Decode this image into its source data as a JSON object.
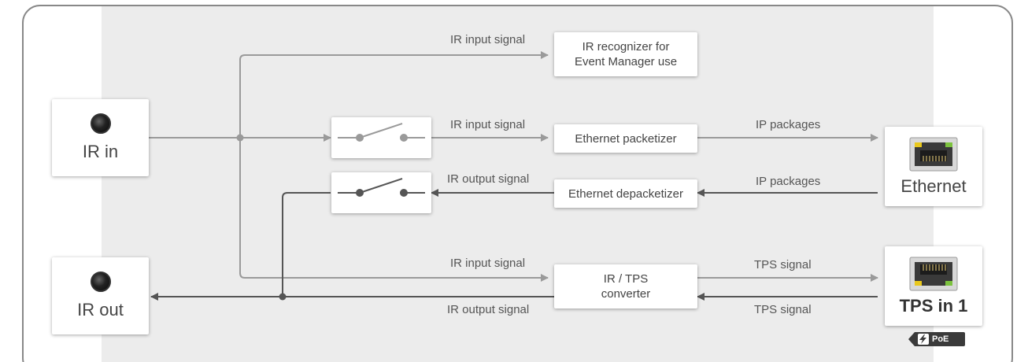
{
  "colors": {
    "frame": "#888888",
    "panel": "#ececec",
    "line_input": "#9a9a9a",
    "line_output": "#555555",
    "led_yellow": "#e9c81c",
    "led_green": "#7cc23e",
    "poe_badge": "#3a3a3a"
  },
  "ports": {
    "ir_in": {
      "label": "IR in",
      "icon": "jack-3.5mm-icon"
    },
    "ir_out": {
      "label": "IR out",
      "icon": "jack-3.5mm-icon"
    },
    "ethernet": {
      "label": "Ethernet",
      "icon": "rj45-ethernet-icon"
    },
    "tps_in1": {
      "label": "TPS in 1",
      "icon": "rj45-tps-icon",
      "badge": "PoE",
      "badge_icon": "lightning-icon"
    }
  },
  "blocks": {
    "ir_recognizer": {
      "line1": "IR recognizer for",
      "line2": "Event Manager use"
    },
    "eth_packetizer": {
      "label": "Ethernet packetizer"
    },
    "eth_depacketizer": {
      "label": "Ethernet depacketizer"
    },
    "ir_tps_converter": {
      "line1": "IR / TPS",
      "line2": "converter"
    }
  },
  "switches": {
    "input_switch": {
      "icon": "switch-open-icon"
    },
    "output_switch": {
      "icon": "switch-open-icon"
    }
  },
  "signals": {
    "ir_input_top": "IR input signal",
    "ir_input_mid": "IR input signal",
    "ir_output_mid": "IR output signal",
    "ip_packages_out": "IP packages",
    "ip_packages_in": "IP packages",
    "ir_input_bottom": "IR input signal",
    "ir_output_bottom": "IR output signal",
    "tps_signal_out": "TPS signal",
    "tps_signal_in": "TPS signal"
  }
}
